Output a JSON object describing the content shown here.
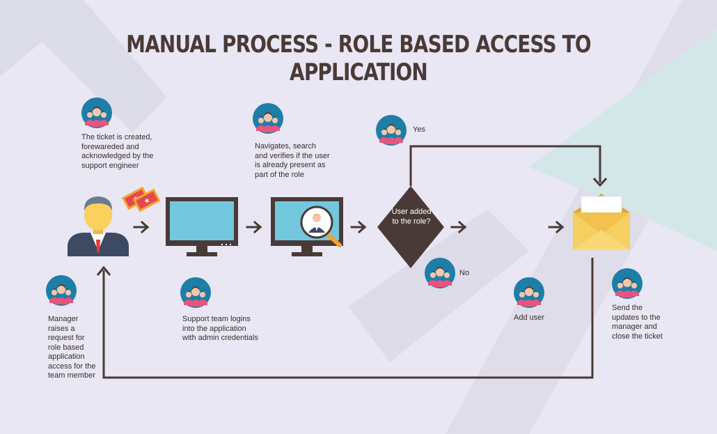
{
  "title": "MANUAL PROCESS - ROLE BASED ACCESS TO APPLICATION",
  "colors": {
    "background": "#e8e7f3",
    "dark": "#4a3a37",
    "screen": "#72c7dc",
    "avatar_bg": "#1d7fa8",
    "envelope": "#f2c14e"
  },
  "steps": {
    "ticket": "The ticket is created, forewareded and acknowledged by the support engineer",
    "navigate": "Navigates, search and verifies if the user is already present as part of the role",
    "manager": "Manager raises a request for role based application access for the team member",
    "support": "Support team logins into the application with admin credentials",
    "add_user": "Add user",
    "send_updates": "Send the updates to the manager and close the ticket"
  },
  "decision": {
    "question": "User added to the role?",
    "yes": "Yes",
    "no": "No"
  }
}
